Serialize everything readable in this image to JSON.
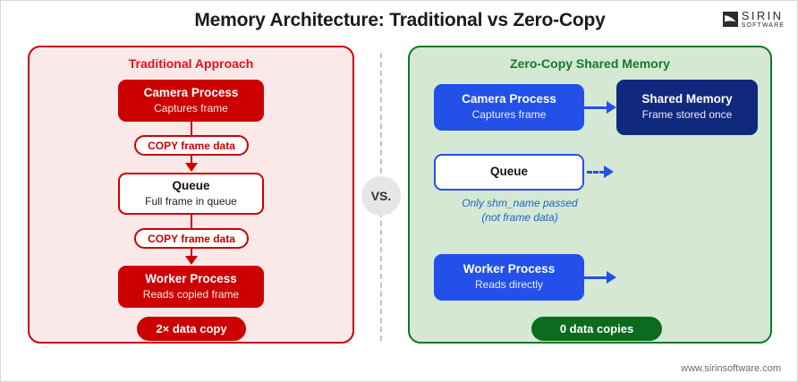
{
  "header": {
    "title": "Memory Architecture: Traditional vs Zero-Copy",
    "logo": {
      "name": "SIRIN",
      "sub": "SOFTWARE",
      "mark_icon": "sirin-swoosh-icon"
    }
  },
  "divider": {
    "vs_label": "VS."
  },
  "colors": {
    "red": "#cc0000",
    "red_title": "#e8111b",
    "red_panel_bg": "#fbe9e9",
    "green": "#0c6b1e",
    "green_title": "#147a27",
    "green_panel_bg": "#d4e8d4",
    "blue": "#2250e8",
    "navy": "#11287f",
    "note_blue": "#1f63c4",
    "vs_bg": "#e6e6e6"
  },
  "left_panel": {
    "title": "Traditional Approach",
    "nodes": [
      {
        "title": "Camera Process",
        "subtitle": "Captures frame"
      },
      {
        "title": "Queue",
        "subtitle": "Full frame in queue"
      },
      {
        "title": "Worker Process",
        "subtitle": "Reads copied frame"
      }
    ],
    "copy_labels": [
      "COPY frame data",
      "COPY frame data"
    ],
    "badge": "2× data copy"
  },
  "right_panel": {
    "title": "Zero-Copy Shared Memory",
    "nodes": [
      {
        "title": "Camera Process",
        "subtitle": "Captures frame"
      },
      {
        "title": "Shared Memory",
        "subtitle": "Frame stored once"
      },
      {
        "title": "Queue",
        "subtitle": ""
      },
      {
        "title": "Worker Process",
        "subtitle": "Reads directly"
      }
    ],
    "note_line1": "Only shm_name passed",
    "note_line2": "(not frame data)",
    "badge": "0 data copies"
  },
  "footer": {
    "url": "www.sirinsoftware.com"
  }
}
